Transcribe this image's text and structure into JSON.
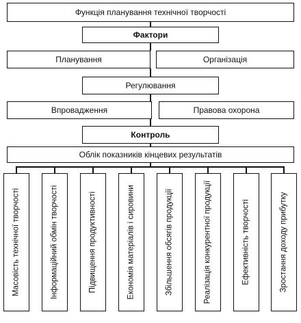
{
  "diagram": {
    "title": "Функція планування технічної творчості",
    "factors": "Фактори",
    "planning": "Планування",
    "organization": "Організація",
    "regulation": "Регулювання",
    "implementation": "Впровадження",
    "legal_protection": "Правова охорона",
    "control": "Контроль",
    "accounting": "Облік показників кінцевих результатів",
    "columns": [
      "Масовість технічної творчості",
      "Інформаційний обмін творчості",
      "Підвищення продуктивності",
      "Економія матеріалів і сировини",
      "Збільшення обсягів продукції",
      "Реалізація конкурентної продукції",
      "Ефективність творчості",
      "Зростання доходу прибутку"
    ]
  }
}
